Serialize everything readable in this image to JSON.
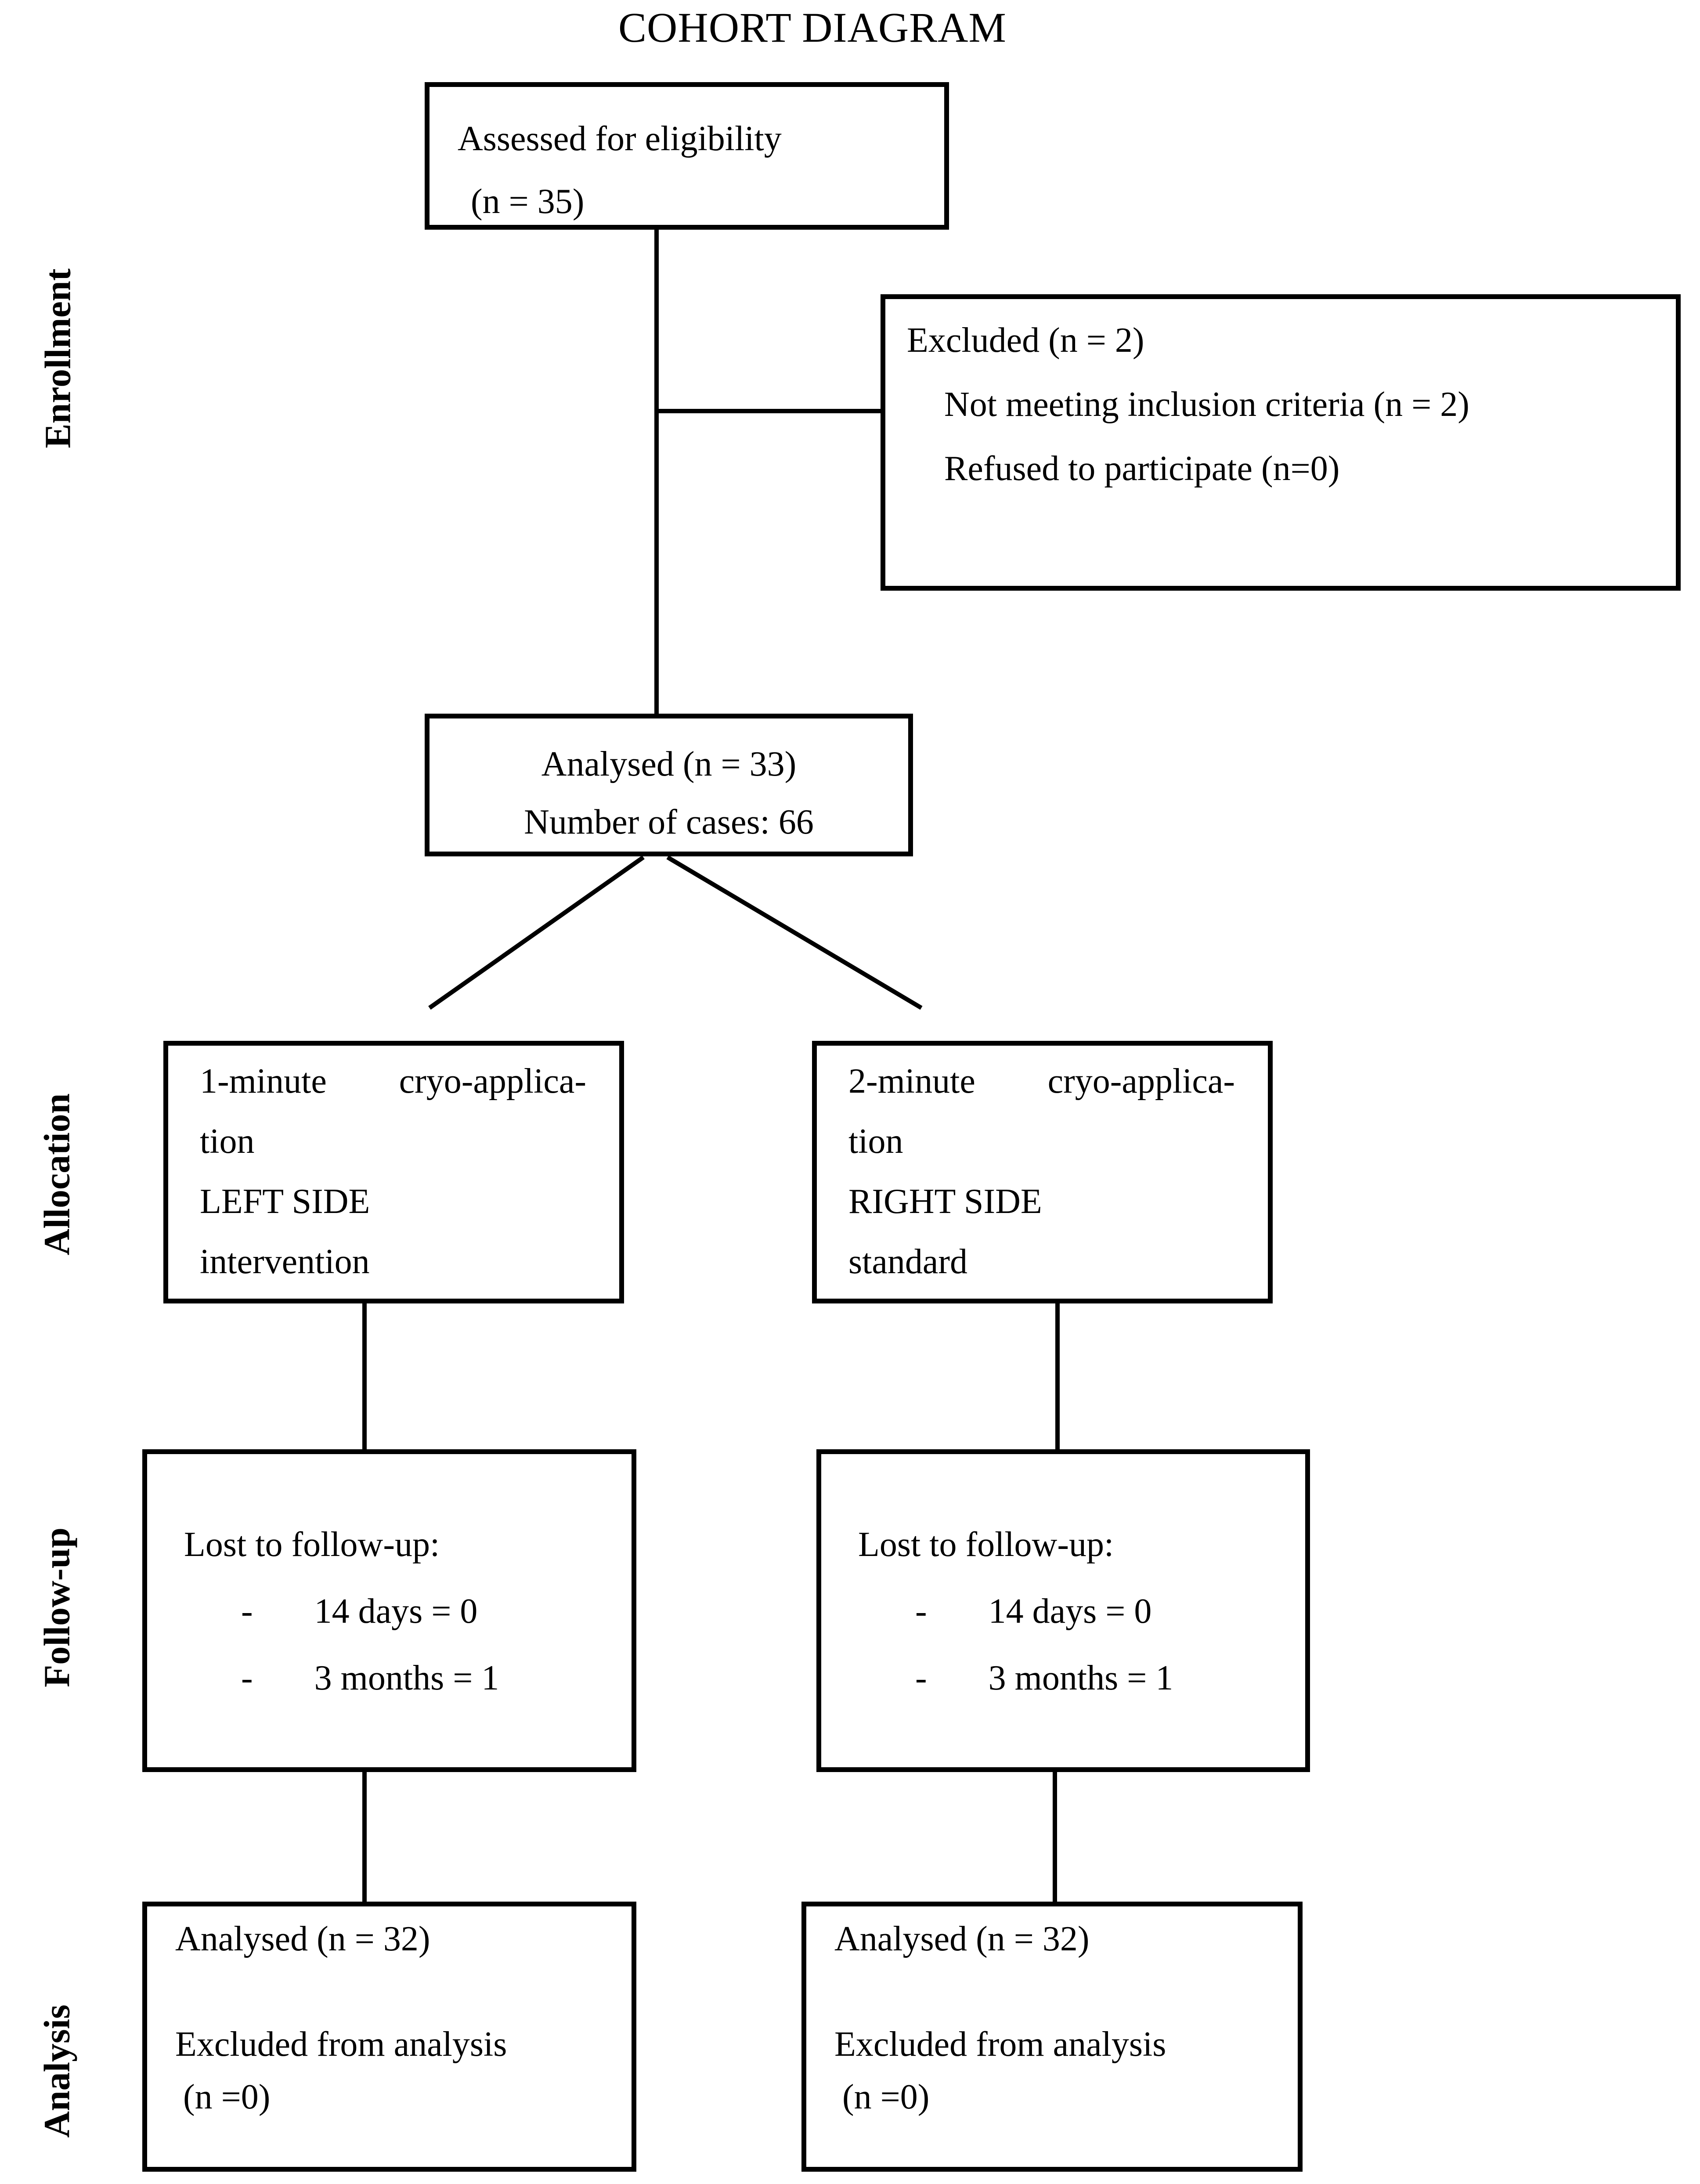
{
  "title": "COHORT DIAGRAM",
  "stages": {
    "enrollment": "Enrollment",
    "allocation": "Allocation",
    "followup": "Follow-up",
    "analysis": "Analysis"
  },
  "boxes": {
    "assessed": {
      "line1": "Assessed for eligibility",
      "line2": "(n = 35)"
    },
    "excluded": {
      "line1": "Excluded (n = 2)",
      "line2": "Not meeting inclusion criteria (n = 2)",
      "line3": "Refused to participate (n=0)"
    },
    "analysed_total": {
      "line1": "Analysed (n = 33)",
      "line2": "Number of cases: 66"
    },
    "alloc_left": {
      "line1_left": "1-minute",
      "line1_right": "cryo-applica-",
      "line2": "tion",
      "line3": "LEFT SIDE",
      "line4": "intervention"
    },
    "alloc_right": {
      "line1_left": "2-minute",
      "line1_right": "cryo-applica-",
      "line2": "tion",
      "line3": "RIGHT SIDE",
      "line4": "standard"
    },
    "followup_left": {
      "line1": "Lost to follow-up:",
      "dash": "-",
      "bullet1": "14 days = 0",
      "bullet2": "3 months = 1"
    },
    "followup_right": {
      "line1": "Lost to follow-up:",
      "dash": "-",
      "bullet1": "14 days = 0",
      "bullet2": "3 months = 1"
    },
    "analysis_left": {
      "line1": "Analysed (n = 32)",
      "line2": "Excluded from analysis",
      "line3": "(n =0)"
    },
    "analysis_right": {
      "line1": "Analysed (n = 32)",
      "line2": "Excluded from analysis",
      "line3": "(n =0)"
    }
  },
  "colors": {
    "line": "#000000",
    "text": "#000000",
    "background": "#ffffff"
  }
}
